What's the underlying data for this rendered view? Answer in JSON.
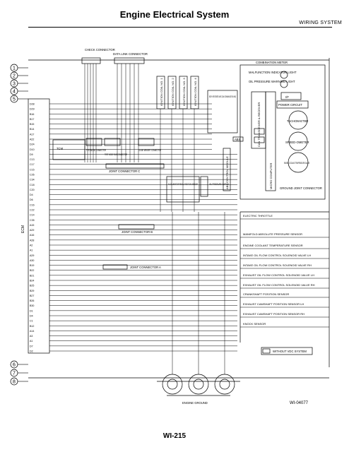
{
  "header": {
    "title": "Engine Electrical System",
    "section": "WIRING SYSTEM"
  },
  "footer": {
    "page_number": "WI-215",
    "figure_id": "WI-04077"
  },
  "connector_numbers": [
    "1",
    "2",
    "3",
    "4",
    "5",
    "6",
    "7",
    "8"
  ],
  "ecm_label": "ECM",
  "ecm_pins": [
    "D28",
    "D29",
    "B16",
    "B17",
    "B15",
    "B14",
    "A17",
    "A22",
    "D24",
    "D10",
    "D9",
    "C13",
    "C17",
    "C15",
    "C26",
    "C34",
    "C18",
    "C20",
    "D4",
    "D6",
    "C16",
    "C22",
    "C14",
    "C35",
    "A15",
    "A29",
    "A16",
    "A28",
    "A2",
    "A1",
    "A29",
    "A30",
    "B19",
    "B22",
    "B21",
    "B24",
    "B25",
    "B29",
    "B27",
    "B26",
    "B30",
    "D1",
    "D4",
    "C1",
    "B12",
    "A14",
    "A3",
    "A1",
    "D7",
    "D2"
  ],
  "top_labels": {
    "check_connector": "CHECK CONNECTOR",
    "data_link_connector": "DATA LINK CONNECTOR",
    "ignition_coils": [
      "IGNITION COIL NO. 1",
      "IGNITION COIL NO. 2",
      "IGNITION COIL NO. 3",
      "IGNITION COIL NO. 4"
    ],
    "combination_meter": "COMBINATION METER",
    "malfunction_lamp": "MALFUNCTION INDICATOR LIGHT",
    "oil_pressure_light": "OIL PRESSURE WARNING LIGHT",
    "body_integrated_unit": "BODY INTEGRATED UNIT (CAN COMMUNICATION LINE)",
    "can_transceiver": "CAN TRANSCEIVER & RECEIVER",
    "micro_computer": "MICRO COMPUTER",
    "if_block": "I/F",
    "power_circuit": "POWER CIRCUIT",
    "tachometer": "TACHOM-ETER",
    "speedometer": "SPEED-OMETER",
    "engine_coolant_gauge": "ENGINE COOLANT TEMPERATURE GAUGE",
    "ground_joint_connector": "GROUND JOINT CONNECTOR",
    "tcm": "TCM",
    "test_mode_connector": "TEST MODE CONNECTOR",
    "test_mode_sub_connector": "TEST MODE SUB CONNECTOR",
    "clear_memory_connector": "CLEAR MEMORY CONNECTOR",
    "joint_connector_c": "JOINT CONNECTOR C",
    "accelerator_sensor": "ACCELERATOR PEDAL POSITION SENSOR",
    "oil_pressure_switch": "OIL PRESSURE SWITCH",
    "abs_module": "ABS CONTROL MODULE",
    "abs_tag": "ABS"
  },
  "lower_labels": {
    "joint_connector_b": "JOINT CONNECTOR B",
    "joint_connector_a": "JOINT CONNECTOR A",
    "engine_ground": "ENGINE GROUND",
    "without_vdc": "WITHOUT VDC SYSTEM"
  },
  "sensor_list": [
    "ELECTRIC THROTTLE",
    "MANIFOLD ABSOLUTE PRESSURE SENSOR",
    "ENGINE COOLANT TEMPERATURE SENSOR",
    "INTAKE OIL FLOW CONTROL SOLENOID VALVE LH",
    "INTAKE OIL FLOW CONTROL SOLENOID VALVE RH",
    "EXHAUST OIL FLOW CONTROL SOLENOID VALVE LH",
    "EXHAUST OIL FLOW CONTROL SOLENOID VALVE RH",
    "CRANKSHAFT POSITION SENSOR",
    "EXHAUST CAMSHAFT POSITION SENSOR LH",
    "EXHAUST CAMSHAFT POSITION SENSOR RH",
    "KNOCK SENSOR"
  ]
}
